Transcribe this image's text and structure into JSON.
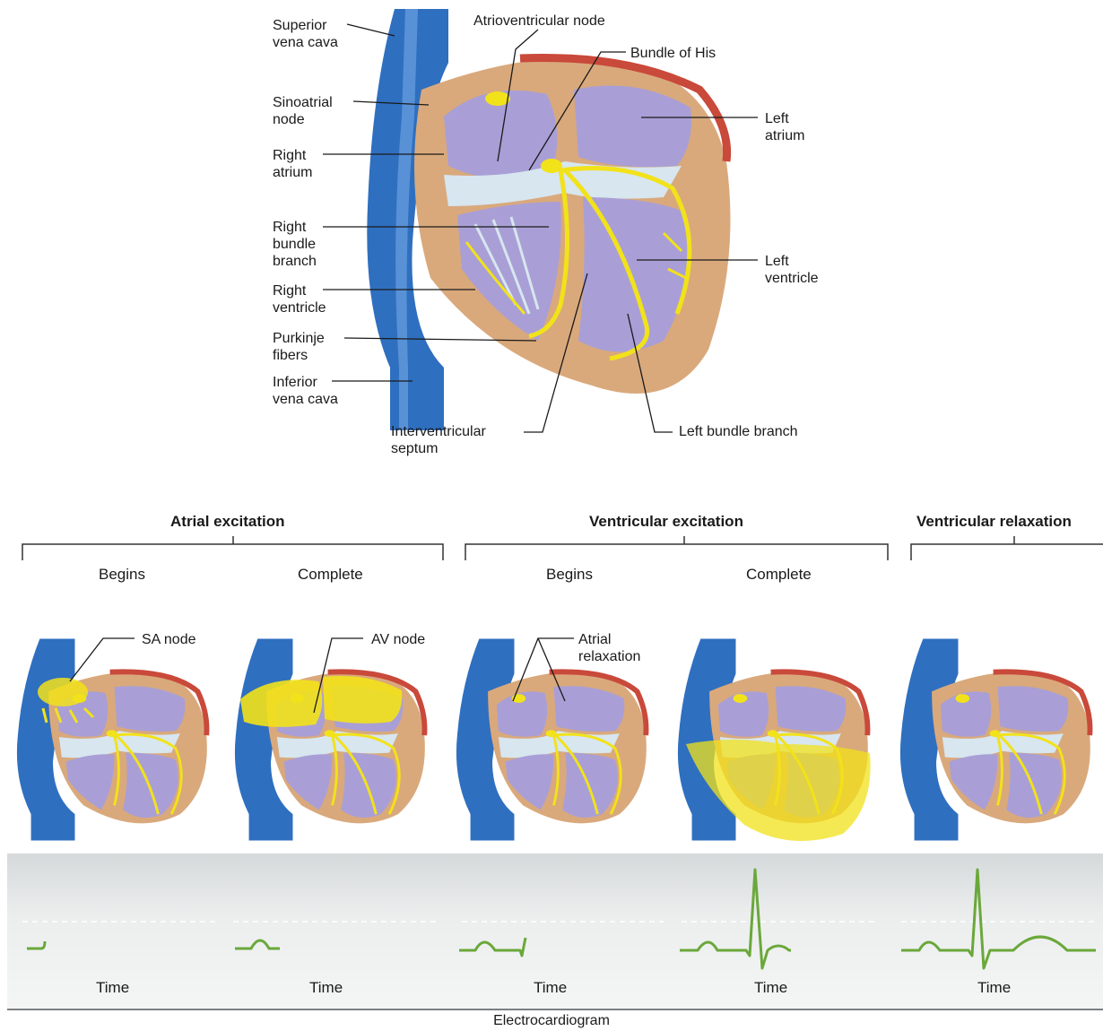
{
  "anatomy_labels": {
    "superior_vena_cava": "Superior\nvena cava",
    "sinoatrial_node": "Sinoatrial\nnode",
    "right_atrium": "Right\natrium",
    "right_bundle_branch": "Right\nbundle\nbranch",
    "right_ventricle": "Right\nventricle",
    "purkinje_fibers": "Purkinje\nfibers",
    "inferior_vena_cava": "Inferior\nvena cava",
    "atrioventricular_node": "Atrioventricular node",
    "bundle_of_his": "Bundle of His",
    "left_atrium": "Left\natrium",
    "left_ventricle": "Left\nventricle",
    "interventricular_septum": "Interventricular\nseptum",
    "left_bundle_branch": "Left bundle branch"
  },
  "phases": {
    "atrial_excitation": "Atrial excitation",
    "ventricular_excitation": "Ventricular excitation",
    "ventricular_relaxation": "Ventricular relaxation",
    "begins": "Begins",
    "complete": "Complete"
  },
  "small_labels": {
    "sa_node": "SA node",
    "av_node": "AV node",
    "atrial_relaxation": "Atrial\nrelaxation"
  },
  "ecg": {
    "axis_label": "Time",
    "title": "Electrocardiogram"
  },
  "colors": {
    "vein": "#2f6fbf",
    "myocardium": "#d9a97c",
    "chamber": "#a99fd6",
    "valve": "#d7e6ef",
    "conduction": "#f2e21a",
    "epicardium": "#c9493a",
    "ecg_trace": "#6aa83a"
  }
}
